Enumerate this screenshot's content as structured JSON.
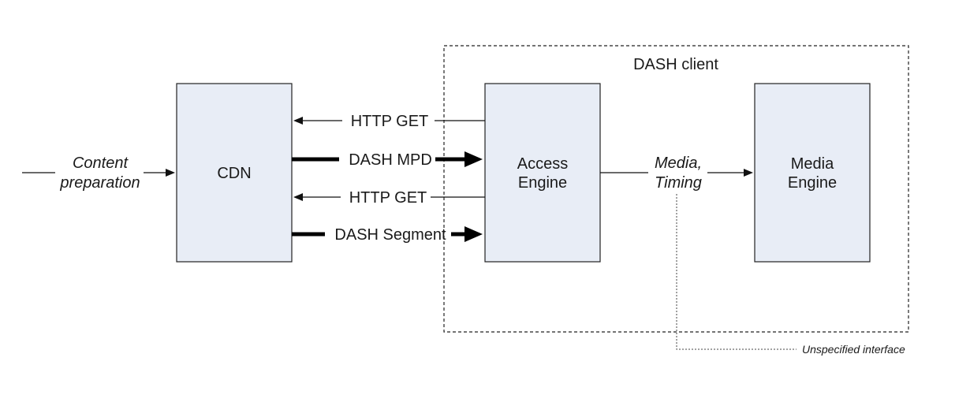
{
  "client": {
    "title": "DASH client"
  },
  "nodes": {
    "cdn": "CDN",
    "access_engine": [
      "Access",
      "Engine"
    ],
    "media_engine": [
      "Media",
      "Engine"
    ]
  },
  "input": {
    "label": [
      "Content",
      "preparation"
    ]
  },
  "links": {
    "http_get_1": "HTTP GET",
    "dash_mpd": "DASH MPD",
    "http_get_2": "HTTP GET",
    "dash_segment": "DASH Segment"
  },
  "media_link": {
    "label": [
      "Media,",
      "Timing"
    ]
  },
  "note": {
    "unspecified": "Unspecified interface"
  }
}
